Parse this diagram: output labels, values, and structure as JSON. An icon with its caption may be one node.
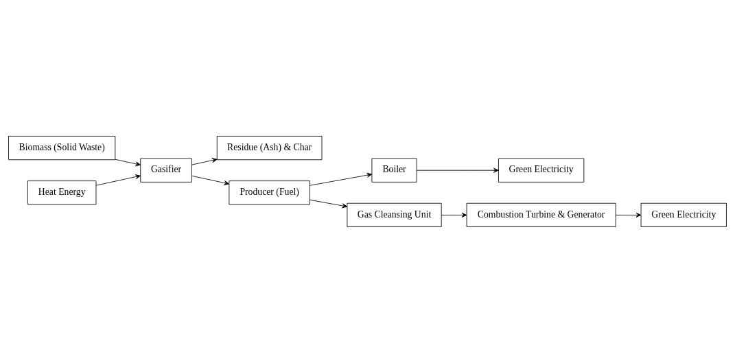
{
  "diagram": {
    "nodes": [
      {
        "text": [
          "Biomass (Solid Waste)"
        ]
      },
      {
        "text": [
          "Gasifier"
        ]
      },
      {
        "text": [
          "Heat Energy"
        ]
      },
      {
        "text": [
          "Residue (Ash) & Char"
        ]
      },
      {
        "text": [
          "Producer (Fuel)"
        ]
      },
      {
        "text": [
          "Boiler"
        ]
      },
      {
        "text": [
          "Green Electricity"
        ]
      },
      {
        "text": [
          "Gas Cleansing Unit"
        ]
      },
      {
        "text": [
          "Combustion Turbine & Generator"
        ]
      },
      {
        "text": [
          "Green Electricity"
        ]
      }
    ],
    "edges": [
      {
        "from": 0,
        "to": 1,
        "arrow": "to"
      },
      {
        "from": 2,
        "to": 1,
        "arrow": "to"
      },
      {
        "from": 1,
        "to": 3,
        "arrow": "to"
      },
      {
        "from": 1,
        "to": 4,
        "arrow": "to"
      },
      {
        "from": 4,
        "to": 5,
        "arrow": "to"
      },
      {
        "from": 5,
        "to": 6,
        "arrow": "to"
      },
      {
        "from": 4,
        "to": 7,
        "arrow": "to"
      },
      {
        "from": 7,
        "to": 8,
        "arrow": "to"
      },
      {
        "from": 8,
        "to": 9,
        "arrow": "to"
      }
    ]
  }
}
